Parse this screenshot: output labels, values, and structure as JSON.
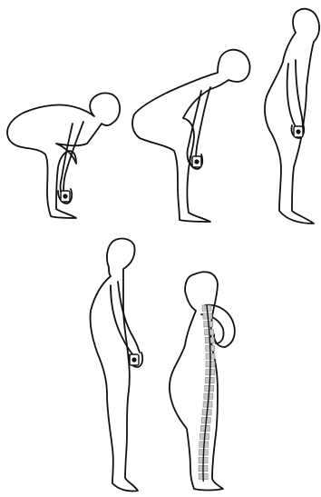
{
  "illustration": {
    "figures": [
      {
        "key": "pose-1",
        "posture": "deep-hinge-start",
        "object": "held-weight"
      },
      {
        "key": "pose-2",
        "posture": "mid-hinge",
        "object": "held-weight"
      },
      {
        "key": "pose-3",
        "posture": "near-standing",
        "object": "held-weight"
      },
      {
        "key": "pose-4",
        "posture": "upright-standing",
        "object": "held-weight"
      },
      {
        "key": "pose-5",
        "posture": "upright-with-spine-overlay",
        "object": "none"
      }
    ],
    "colors": {
      "line": "#111111",
      "background": "#ffffff",
      "spine_fill": "#c8c8c8",
      "weight_fill": "#ffffff"
    },
    "spine_segments": 22
  }
}
